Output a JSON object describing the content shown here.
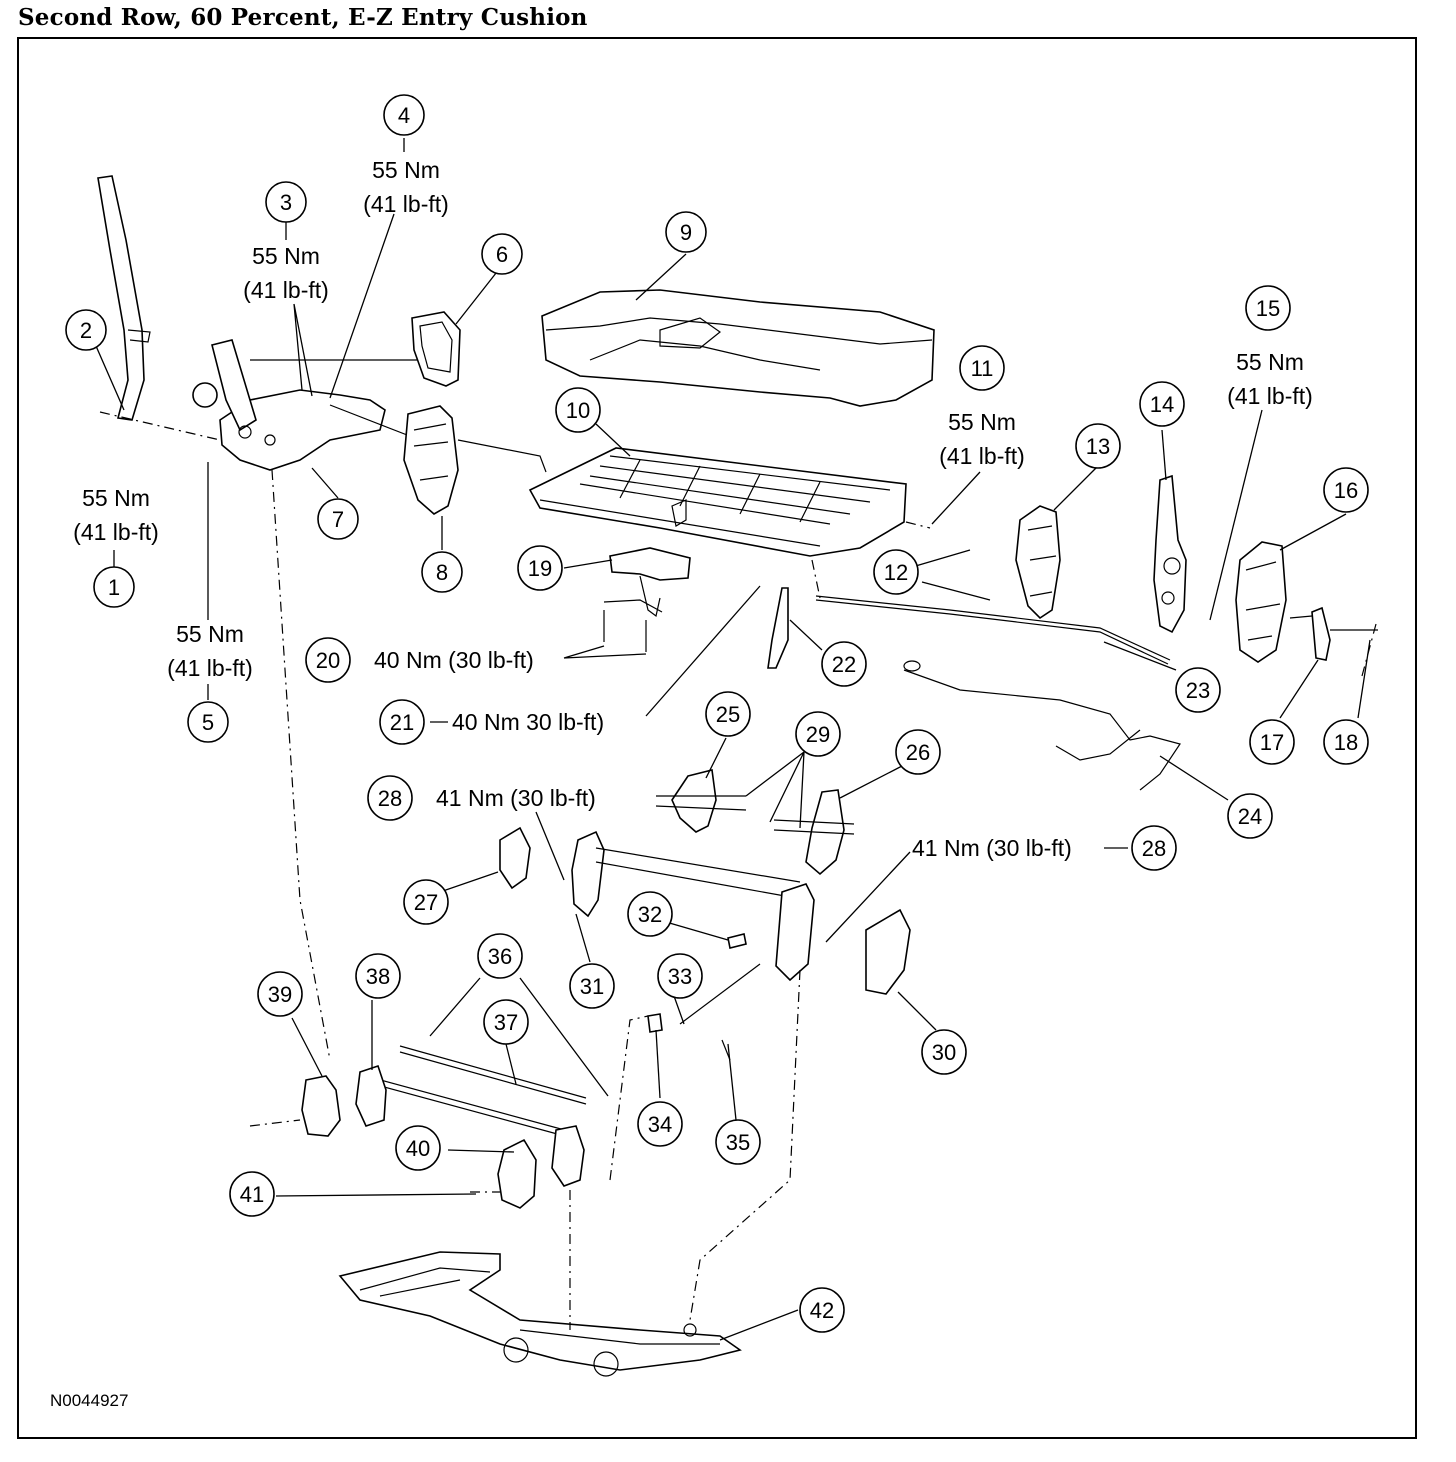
{
  "title": "Second Row, 60 Percent, E-Z Entry Cushion",
  "figure_id": "N0044927",
  "callouts": [
    {
      "id": "1",
      "label": "1"
    },
    {
      "id": "2",
      "label": "2"
    },
    {
      "id": "3",
      "label": "3"
    },
    {
      "id": "4",
      "label": "4"
    },
    {
      "id": "5",
      "label": "5"
    },
    {
      "id": "6",
      "label": "6"
    },
    {
      "id": "7",
      "label": "7"
    },
    {
      "id": "8",
      "label": "8"
    },
    {
      "id": "9",
      "label": "9"
    },
    {
      "id": "10",
      "label": "10"
    },
    {
      "id": "11",
      "label": "11"
    },
    {
      "id": "12",
      "label": "12"
    },
    {
      "id": "13",
      "label": "13"
    },
    {
      "id": "14",
      "label": "14"
    },
    {
      "id": "15",
      "label": "15"
    },
    {
      "id": "16",
      "label": "16"
    },
    {
      "id": "17",
      "label": "17"
    },
    {
      "id": "18",
      "label": "18"
    },
    {
      "id": "19",
      "label": "19"
    },
    {
      "id": "20",
      "label": "20"
    },
    {
      "id": "21",
      "label": "21"
    },
    {
      "id": "22",
      "label": "22"
    },
    {
      "id": "23",
      "label": "23"
    },
    {
      "id": "24",
      "label": "24"
    },
    {
      "id": "25",
      "label": "25"
    },
    {
      "id": "26",
      "label": "26"
    },
    {
      "id": "27",
      "label": "27"
    },
    {
      "id": "28a",
      "label": "28"
    },
    {
      "id": "28b",
      "label": "28"
    },
    {
      "id": "29",
      "label": "29"
    },
    {
      "id": "30",
      "label": "30"
    },
    {
      "id": "31",
      "label": "31"
    },
    {
      "id": "32",
      "label": "32"
    },
    {
      "id": "33",
      "label": "33"
    },
    {
      "id": "34",
      "label": "34"
    },
    {
      "id": "35",
      "label": "35"
    },
    {
      "id": "36",
      "label": "36"
    },
    {
      "id": "37",
      "label": "37"
    },
    {
      "id": "38",
      "label": "38"
    },
    {
      "id": "39",
      "label": "39"
    },
    {
      "id": "40",
      "label": "40"
    },
    {
      "id": "41",
      "label": "41"
    },
    {
      "id": "42",
      "label": "42"
    }
  ],
  "torque": {
    "t55_nm": "55 Nm",
    "t41_lbft": "(41 lb-ft)",
    "t20": "40 Nm (30 lb-ft)",
    "t21": "40 Nm 30 lb-ft)",
    "t28a": "41 Nm (30 lb-ft)",
    "t28b": "41 Nm (30 lb-ft)"
  }
}
